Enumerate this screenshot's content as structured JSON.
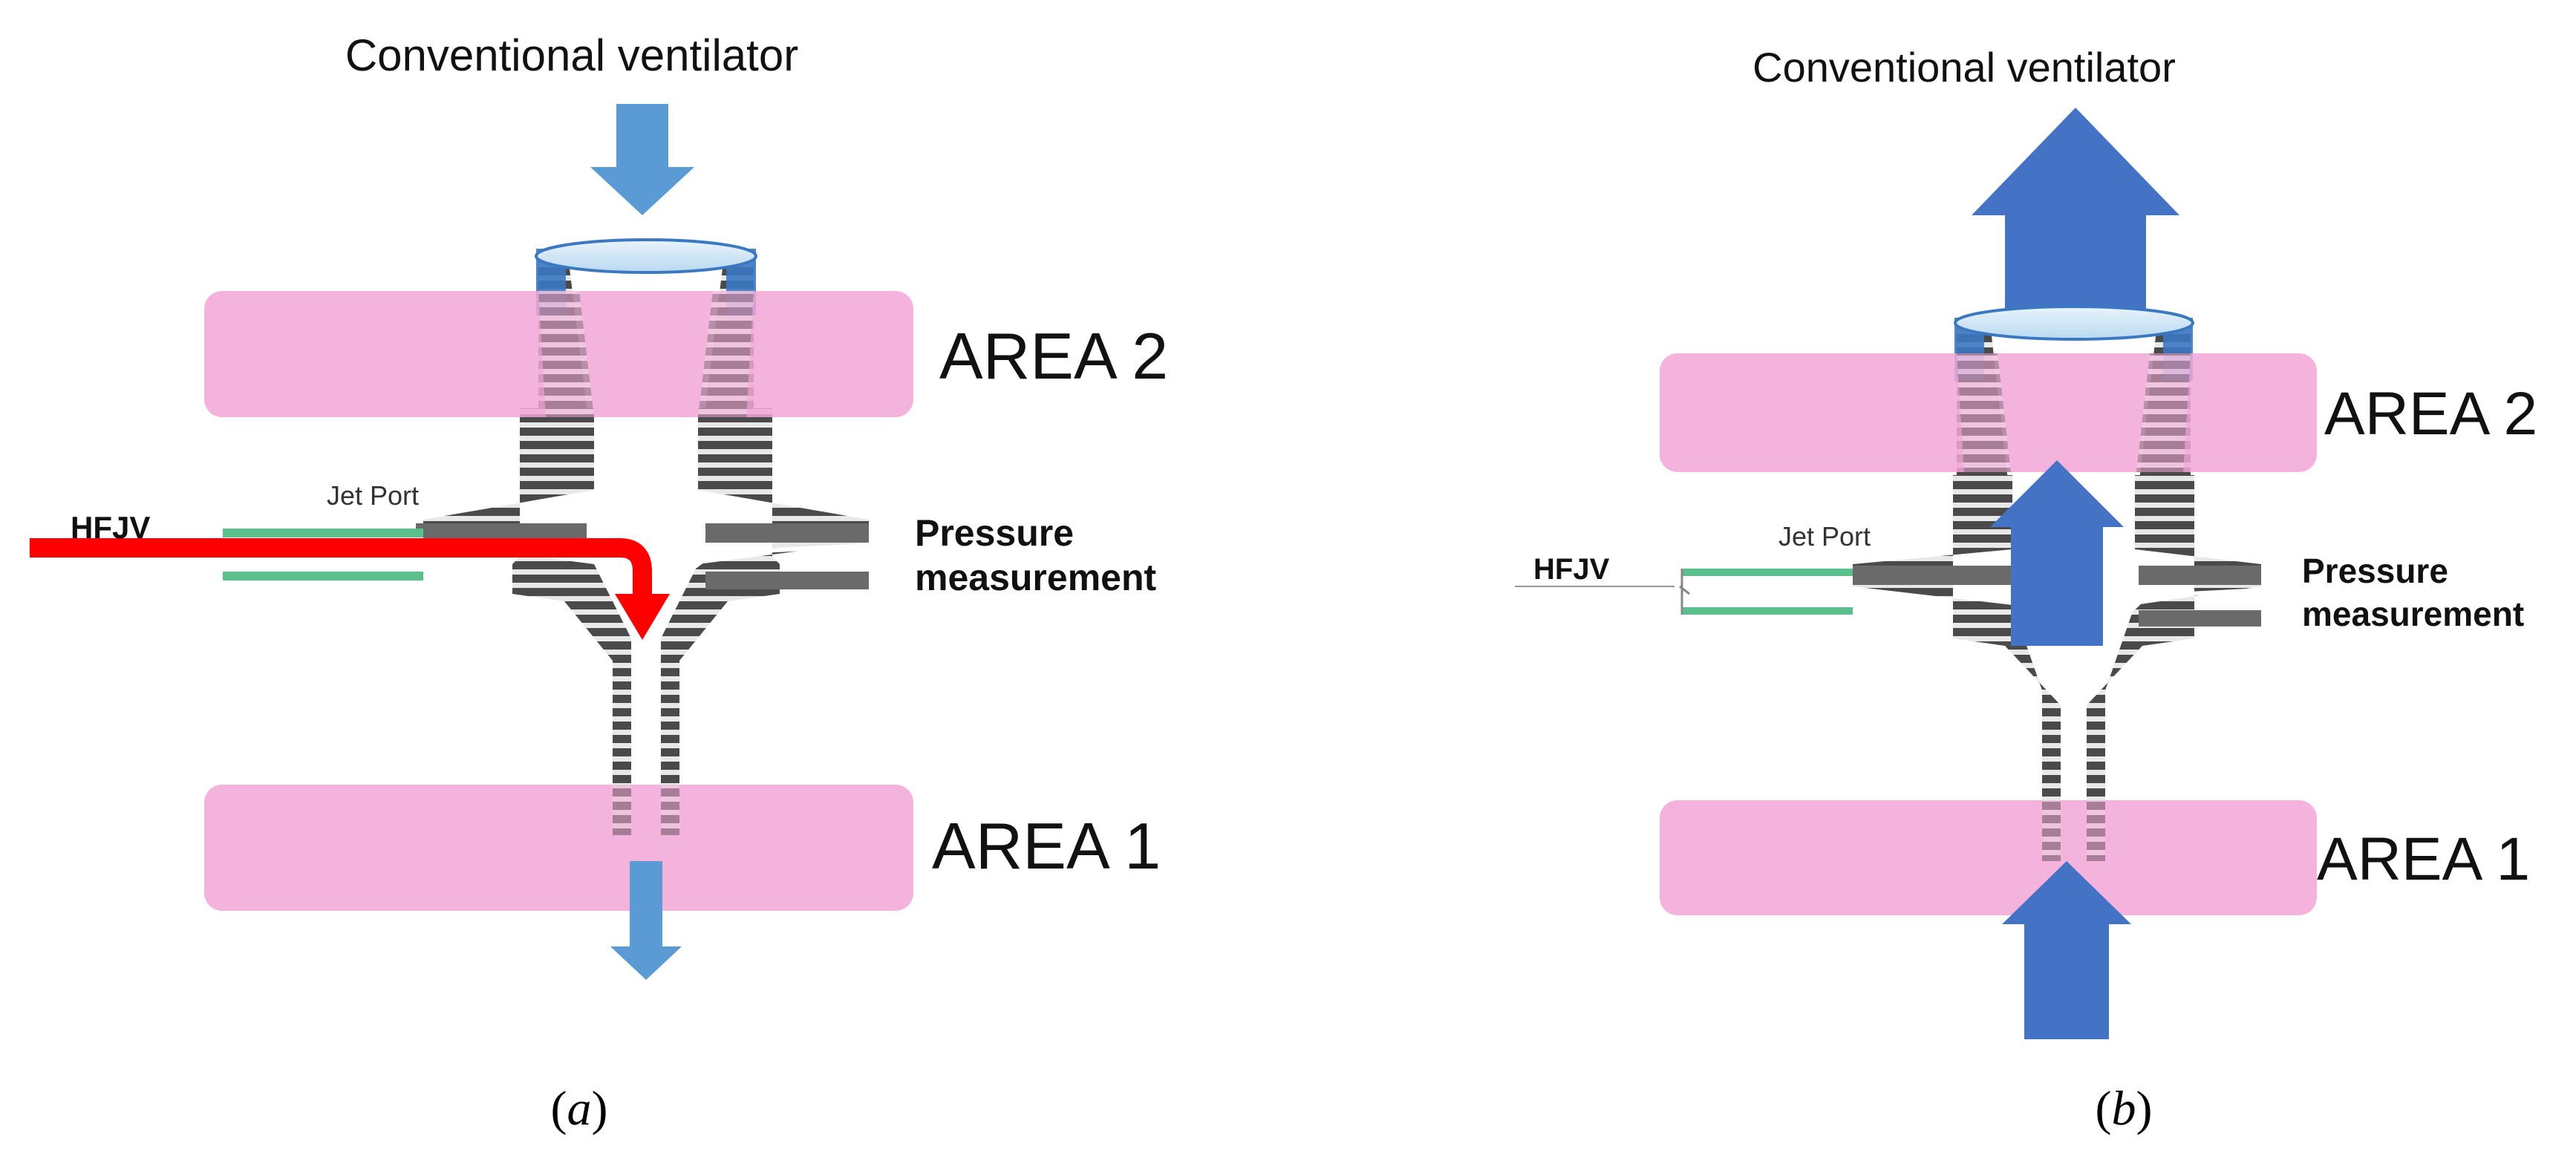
{
  "colors": {
    "pink_band": "#f2a6d6",
    "tube_stripe": "#4a4a4a",
    "light_blue_arrow": "#5b9bd5",
    "dark_blue_arrow": "#4472c4",
    "red_arrow": "#ff0000",
    "jet_tube_green": "#5cc08e",
    "lens": "#cfe6f7"
  },
  "panel_a": {
    "ventilator_label": "Conventional ventilator",
    "area2_label": "AREA 2",
    "area1_label": "AREA 1",
    "hfjv_label": "HFJV",
    "jet_port_label": "Jet Port",
    "pressure_label_line1": "Pressure",
    "pressure_label_line2": "measurement",
    "caption_letter": "a",
    "caption_open": "(",
    "caption_close": ")",
    "flow_direction": "inspiration",
    "arrows": [
      "ventilator-down-arrow",
      "hfjv-jet-arrow",
      "exit-down-arrow"
    ]
  },
  "panel_b": {
    "ventilator_label": "Conventional ventilator",
    "area2_label": "AREA 2",
    "area1_label": "AREA 1",
    "hfjv_label": "HFJV",
    "jet_port_label": "Jet Port",
    "pressure_label_line1": "Pressure",
    "pressure_label_line2": "measurement",
    "caption_letter": "b",
    "caption_open": "(",
    "caption_close": ")",
    "flow_direction": "expiration",
    "arrows": [
      "ventilator-up-arrow",
      "inner-up-arrow",
      "bottom-up-arrow"
    ]
  }
}
